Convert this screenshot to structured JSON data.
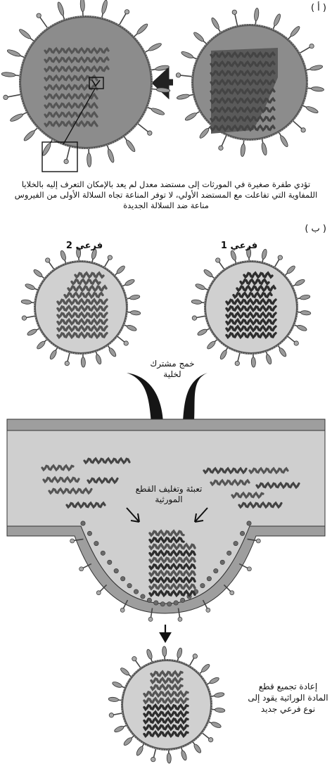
{
  "panel_a": {
    "label": "( أ )",
    "caption": "تؤدي طفرة صغيرة في المورثات إلى مستضد معدل لم يعد بالإمكان التعرف إليه بالخلايا اللمفاوية التي تفاعلت مع المستضد الأولي، لا توفر المناعة تجاه السلالة الأولى من الفيروس مناعة ضد السلالة الجديدة"
  },
  "panel_b": {
    "label": "( ب )",
    "strain_1": "فرعي 1",
    "strain_2": "فرعي 2",
    "coinfection": "خمج مشترك لخلية",
    "packaging": "تعبئة وتغليف القطع المورثية",
    "reassortment": "إعادة تجميع قطع المادة الوراثية يقود إلى نوع فرعي جديد"
  },
  "colors": {
    "virus_fill": "#8c8c8c",
    "virus_light": "#d0d0d0",
    "cell": "#cfcfcf",
    "membrane": "#7a7a7a",
    "rna": "#3a3a3a"
  }
}
